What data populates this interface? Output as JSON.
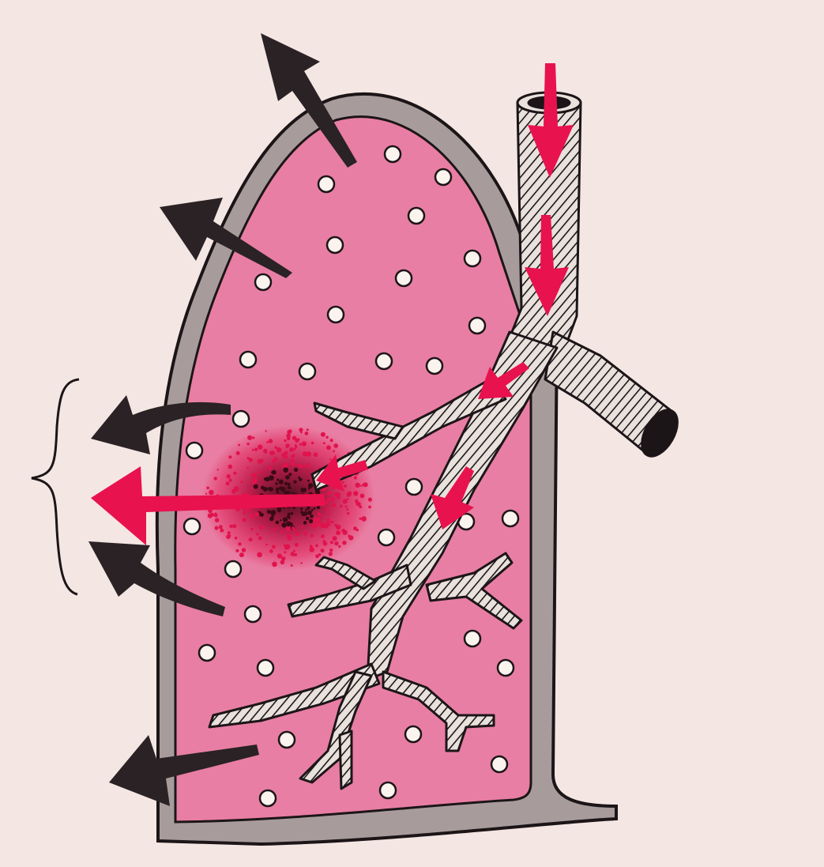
{
  "colors": {
    "paper": "#f4e6e3",
    "pleura": "#a79c9b",
    "lung": "#e87ea3",
    "outline": "#1c1518",
    "alveolus": "#fbf3ee",
    "bronchus": "#e9e1dc",
    "airflow_arrow": "#e8124e",
    "force_arrow": "#2a2224",
    "lesion_red": "#e0134d",
    "lesion_dark": "#3b0a16"
  },
  "icons": {
    "inward_airflow": "red-arrow-icon",
    "outward_force": "black-arrow-icon",
    "bracket": "curly-brace-icon"
  },
  "diagram": {
    "subject": "lung",
    "components": [
      "pleura",
      "lung-parenchyma",
      "alveoli",
      "bronchial-tree",
      "lesion"
    ]
  }
}
